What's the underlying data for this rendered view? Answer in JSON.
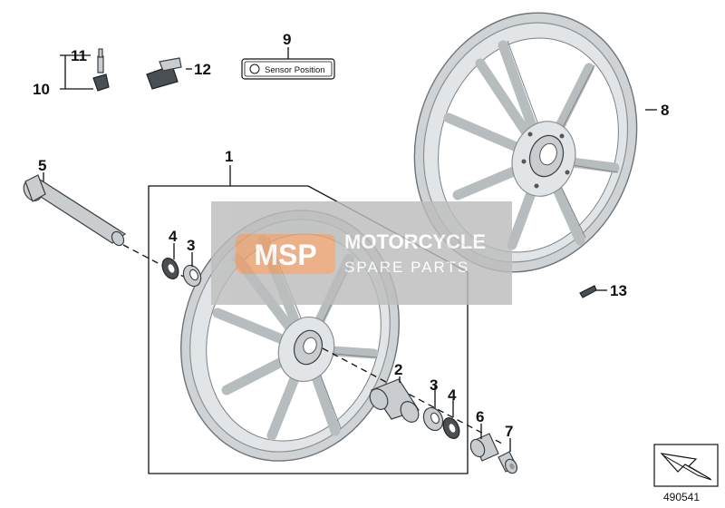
{
  "callouts": {
    "c1": "1",
    "c2": "2",
    "c3a": "3",
    "c3b": "3",
    "c4a": "4",
    "c4b": "4",
    "c5": "5",
    "c6": "6",
    "c7": "7",
    "c8": "8",
    "c9": "9",
    "c10": "10",
    "c11": "11",
    "c12": "12",
    "c13": "13"
  },
  "sensor_label": "Sensor Position",
  "watermark": {
    "logo": "MSP",
    "line1": "MOTORCYCLE",
    "line2": "SPARE PARTS"
  },
  "document_number": "490541"
}
